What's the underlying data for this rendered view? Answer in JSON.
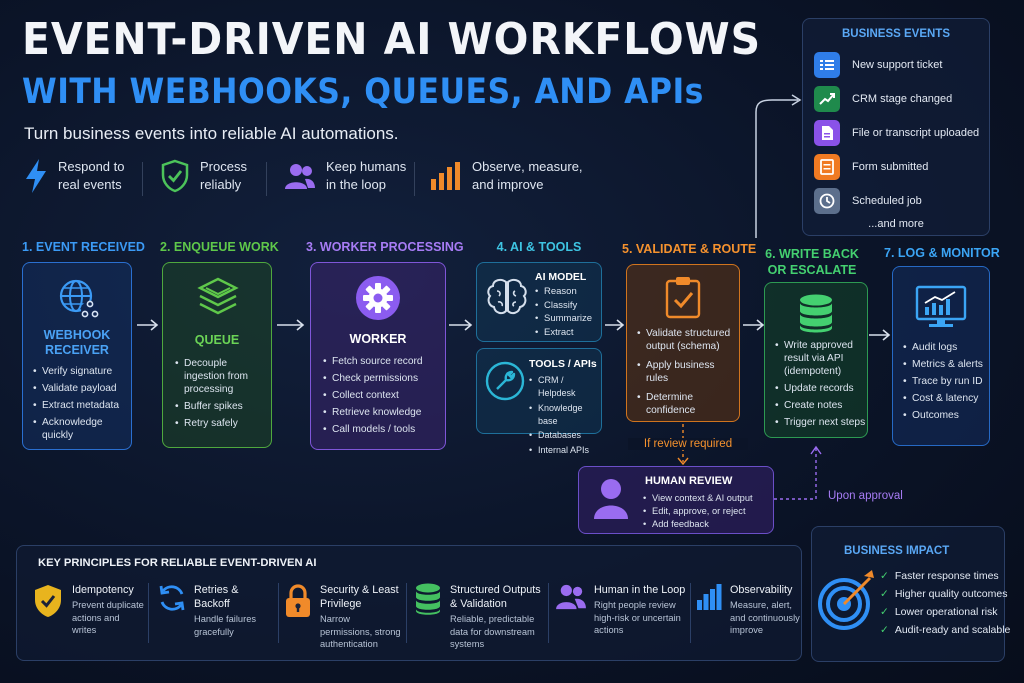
{
  "header": {
    "title": "EVENT-DRIVEN AI WORKFLOWS",
    "title2": "WITH WEBHOOKS, QUEUES, AND APIs",
    "subtitle": "Turn business events into reliable AI automations."
  },
  "features": [
    {
      "label1": "Respond to",
      "label2": "real events",
      "icon": "lightning-icon"
    },
    {
      "label1": "Process",
      "label2": "reliably",
      "icon": "shield-check-icon"
    },
    {
      "label1": "Keep humans",
      "label2": "in the loop",
      "icon": "users-icon"
    },
    {
      "label1": "Observe, measure,",
      "label2": "and improve",
      "icon": "bar-chart-icon"
    }
  ],
  "business_events": {
    "title": "BUSINESS EVENTS",
    "items": [
      "New support ticket",
      "CRM stage changed",
      "File or transcript uploaded",
      "Form submitted",
      "Scheduled job"
    ],
    "more": "...and more"
  },
  "steps": [
    {
      "title": "1. EVENT RECEIVED",
      "name1": "WEBHOOK",
      "name2": "RECEIVER",
      "items": [
        "Verify signature",
        "Validate payload",
        "Extract metadata",
        "Acknowledge quickly"
      ]
    },
    {
      "title": "2. ENQUEUE WORK",
      "name1": "QUEUE",
      "items": [
        "Decouple ingestion from processing",
        "Buffer spikes",
        "Retry safely"
      ]
    },
    {
      "title": "3. WORKER PROCESSING",
      "name1": "WORKER",
      "items": [
        "Fetch source record",
        "Check permissions",
        "Collect context",
        "Retrieve knowledge",
        "Call models / tools"
      ]
    },
    {
      "title": "4. AI & TOOLS",
      "ai_model": {
        "name": "AI MODEL",
        "items": [
          "Reason",
          "Classify",
          "Summarize",
          "Extract"
        ]
      },
      "tools": {
        "name": "TOOLS / APIs",
        "items": [
          "CRM / Helpdesk",
          "Knowledge base",
          "Databases",
          "Internal APIs"
        ]
      }
    },
    {
      "title": "5. VALIDATE & ROUTE",
      "items": [
        "Validate structured output (schema)",
        "Apply business rules",
        "Determine confidence"
      ]
    },
    {
      "title1": "6. WRITE BACK",
      "title2": "OR ESCALATE",
      "items": [
        "Write approved result via API (idempotent)",
        "Update records",
        "Create notes",
        "Trigger next steps"
      ]
    },
    {
      "title": "7. LOG & MONITOR",
      "items": [
        "Audit logs",
        "Metrics & alerts",
        "Trace by run ID",
        "Cost & latency",
        "Outcomes"
      ]
    }
  ],
  "human_review": {
    "condition": "If review required",
    "title": "HUMAN REVIEW",
    "items": [
      "View context & AI output",
      "Edit, approve, or reject",
      "Add feedback"
    ],
    "approval": "Upon approval"
  },
  "key_principles": {
    "title": "KEY PRINCIPLES FOR RELIABLE EVENT-DRIVEN AI",
    "items": [
      {
        "title": "Idempotency",
        "desc": "Prevent duplicate actions and writes",
        "icon": "shield-check-icon"
      },
      {
        "title": "Retries & Backoff",
        "desc": "Handle failures gracefully",
        "icon": "refresh-icon"
      },
      {
        "title": "Security & Least Privilege",
        "desc": "Narrow permissions, strong authentication",
        "icon": "lock-icon"
      },
      {
        "title": "Structured Outputs & Validation",
        "desc": "Reliable, predictable data for downstream systems",
        "icon": "database-icon"
      },
      {
        "title": "Human in the Loop",
        "desc": "Right people review high-risk or uncertain actions",
        "icon": "users-icon"
      },
      {
        "title": "Observability",
        "desc": "Measure, alert, and continuously improve",
        "icon": "bar-chart-icon"
      }
    ]
  },
  "business_impact": {
    "title": "BUSINESS IMPACT",
    "items": [
      "Faster response times",
      "Higher quality outcomes",
      "Lower operational risk",
      "Audit-ready and scalable"
    ]
  },
  "colors": {
    "step1": "#2f8ff5",
    "step2": "#5fc84a",
    "step3": "#9b6cf0",
    "step4": "#2bb6d6",
    "step5": "#f08a2a",
    "step6": "#38c46a",
    "step7": "#2f9cf0"
  }
}
